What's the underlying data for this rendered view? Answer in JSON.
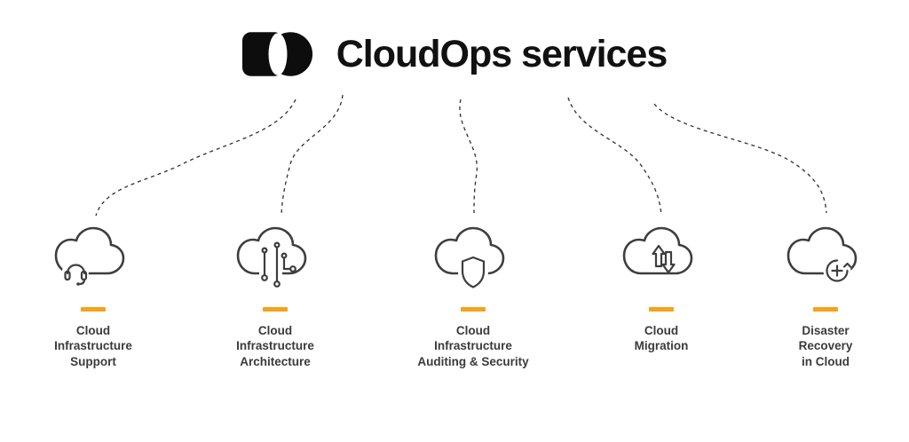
{
  "header": {
    "title": "CloudOps services",
    "logo": "cloudops-logo"
  },
  "colors": {
    "accent": "#F5A21B",
    "icon_stroke": "#3E3E3E",
    "label_text": "#3B3B3B",
    "title_text": "#111111",
    "connector": "#2F2F2F",
    "background": "#FFFFFF"
  },
  "services": [
    {
      "id": "cloud-infrastructure-support",
      "icon": "cloud-headset-icon",
      "label": "Cloud\nInfrastructure\nSupport"
    },
    {
      "id": "cloud-infrastructure-architecture",
      "icon": "cloud-circuit-icon",
      "label": "Cloud\nInfrastructure\nArchitecture"
    },
    {
      "id": "cloud-infrastructure-auditing-security",
      "icon": "cloud-shield-icon",
      "label": "Cloud\nInfrastructure\nAuditing & Security"
    },
    {
      "id": "cloud-migration",
      "icon": "cloud-migration-arrows-icon",
      "label": "Cloud\nMigration"
    },
    {
      "id": "disaster-recovery-in-cloud",
      "icon": "cloud-recovery-icon",
      "label": "Disaster\nRecovery\nin Cloud"
    }
  ]
}
